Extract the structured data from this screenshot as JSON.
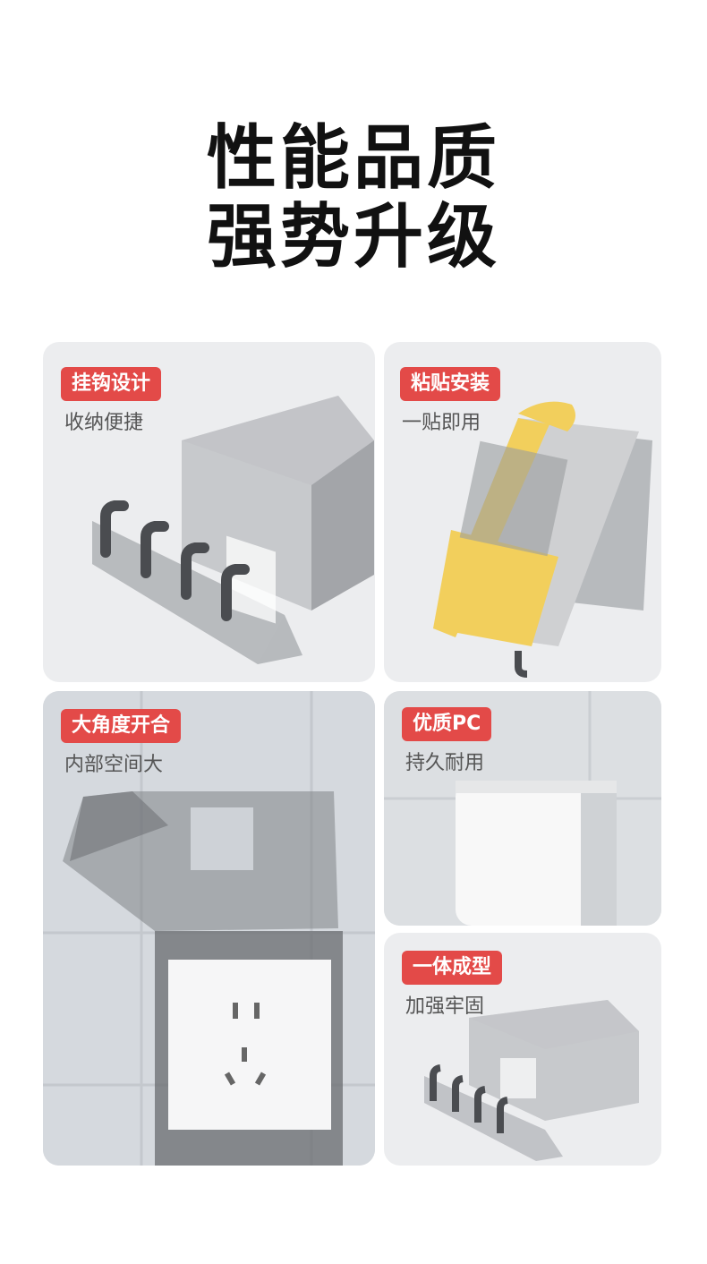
{
  "headline": {
    "line1": "性能品质",
    "line2": "强势升级"
  },
  "cards": [
    {
      "tag": "挂钩设计",
      "subtitle": "收纳便捷"
    },
    {
      "tag": "粘贴安装",
      "subtitle": "一贴即用"
    },
    {
      "tag": "大角度开合",
      "subtitle": "内部空间大"
    },
    {
      "tag": "优质PC",
      "subtitle": "持久耐用"
    },
    {
      "tag": "一体成型",
      "subtitle": "加强牢固"
    }
  ],
  "colors": {
    "tag_red": "#e34a48",
    "adhesive_yellow": "#f2cf5c",
    "card_bg": "#ecedef"
  }
}
